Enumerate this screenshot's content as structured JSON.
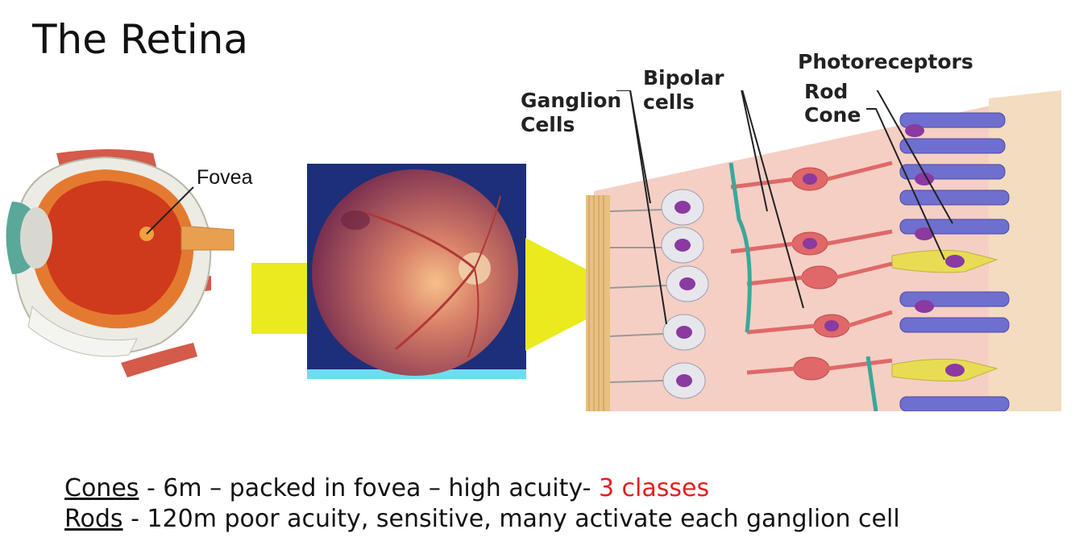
{
  "title": "The Retina",
  "eye_labels": {
    "fovea": "Fovea"
  },
  "retina_labels": {
    "ganglion_line1": "Ganglion",
    "ganglion_line2": "Cells",
    "bipolar_line1": "Bipolar",
    "bipolar_line2": "cells",
    "photoreceptors": "Photoreceptors",
    "rod": "Rod",
    "cone": "Cone"
  },
  "bullets": [
    {
      "term": "Cones",
      "text": " - 6m – packed in fovea – high acuity- ",
      "highlight": "3 classes"
    },
    {
      "term": "Rods",
      "text": " - 120m poor acuity, sensitive, many activate each ganglion cell",
      "highlight": ""
    }
  ],
  "colors": {
    "arrow": "#eaea1e",
    "highlight": "#e02020",
    "cone_cell": "#e8dc54",
    "rod_cell": "#6f6fcf",
    "bipolar_cell": "#e06868",
    "ganglion_cell": "#e6e6ec"
  }
}
